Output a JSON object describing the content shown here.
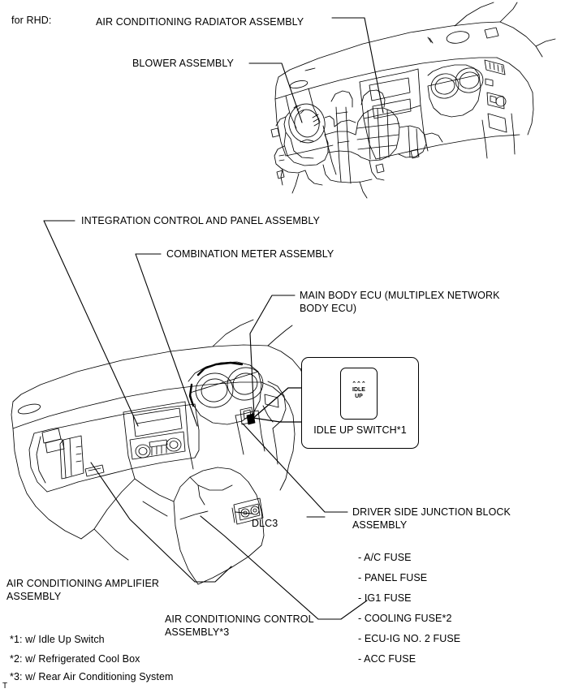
{
  "document": {
    "variant_note": "for RHD:",
    "trailing_mark": "T"
  },
  "upper_figure": {
    "labels": [
      {
        "id": "air-conditioning-radiator-assembly",
        "text": "AIR CONDITIONING RADIATOR ASSEMBLY"
      },
      {
        "id": "blower-assembly",
        "text": "BLOWER ASSEMBLY"
      }
    ]
  },
  "lower_figure": {
    "labels": [
      {
        "id": "integration-control-and-panel-assembly",
        "text": "INTEGRATION CONTROL AND PANEL ASSEMBLY"
      },
      {
        "id": "combination-meter-assembly",
        "text": "COMBINATION METER ASSEMBLY"
      },
      {
        "id": "main-body-ecu",
        "line1": "MAIN BODY ECU (MULTIPLEX NETWORK",
        "line2": "BODY ECU)"
      },
      {
        "id": "driver-side-junction-block-assembly",
        "line1": "DRIVER SIDE JUNCTION BLOCK",
        "line2": "ASSEMBLY"
      },
      {
        "id": "air-conditioning-amplifier-assembly",
        "line1": "AIR CONDITIONING AMPLIFIER",
        "line2": "ASSEMBLY"
      },
      {
        "id": "air-conditioning-control-assembly",
        "line1": "AIR CONDITIONING CONTROL",
        "line2": "ASSEMBLY*3"
      },
      {
        "id": "dlc3",
        "text": "DLC3"
      }
    ]
  },
  "idle_up_callout": {
    "caption": "IDLE UP SWITCH*1",
    "switch_glyph_top": "⌃⌃⌃",
    "switch_text_line1": "IDLE",
    "switch_text_line2": "UP"
  },
  "fuse_list": {
    "items": [
      "- A/C FUSE",
      "- PANEL FUSE",
      "- IG1 FUSE",
      "- COOLING FUSE*2",
      "- ECU-IG NO. 2 FUSE",
      "- ACC FUSE"
    ]
  },
  "footnotes": [
    "*1: w/ Idle Up Switch",
    "*2: w/ Refrigerated Cool Box",
    "*3: w/ Rear Air Conditioning System"
  ],
  "colors": {
    "ink": "#000000",
    "paper": "#ffffff"
  }
}
